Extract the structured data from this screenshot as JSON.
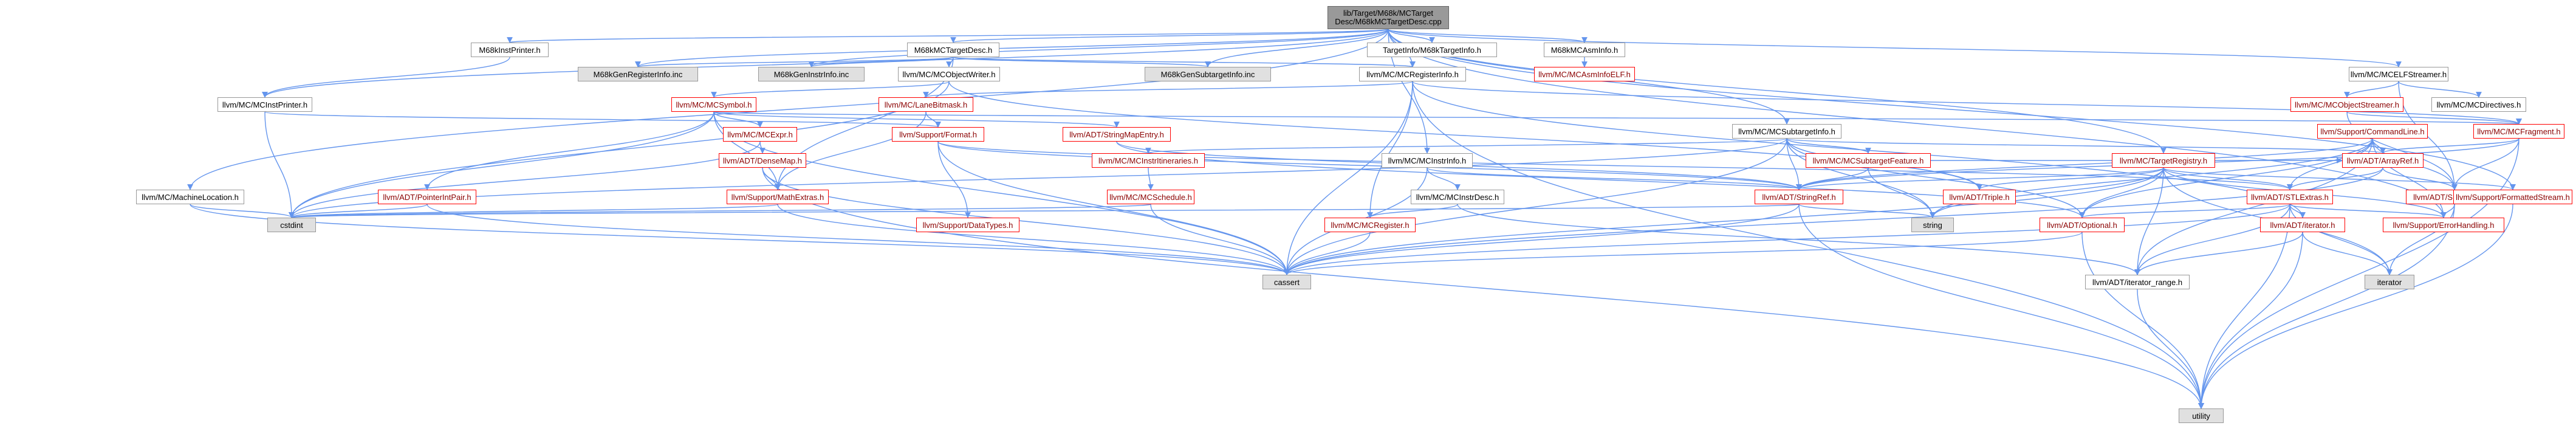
{
  "root": {
    "line1": "lib/Target/M68k/MCTarget",
    "line2": "Desc/M68kMCTargetDesc.cpp"
  },
  "colors": {
    "edge": "#6495ed",
    "edge_dark": "#4a6fb4",
    "border_red": "#ff0000",
    "text_red": "#8b0000",
    "gray_fill": "#e0e0e0",
    "root_fill": "#999999"
  },
  "nodes": {
    "m68kinstprinter": "M68kInstPrinter.h",
    "m68kmctargetdesc_h": "M68kMCTargetDesc.h",
    "targetinfo": "TargetInfo/M68kTargetInfo.h",
    "m68kmcasminfo": "M68kMCAsmInfo.h",
    "mcelfstreamer": "llvm/MC/MCELFStreamer.h",
    "genregisterinfo": "M68kGenRegisterInfo.inc",
    "geninstrinfo": "M68kGenInstrInfo.inc",
    "mcobjectwriter": "llvm/MC/MCObjectWriter.h",
    "gensubtargetinfo": "M68kGenSubtargetInfo.inc",
    "mcregisterinfo": "llvm/MC/MCRegisterInfo.h",
    "mcasminfoelf": "llvm/MC/MCAsmInfoELF.h",
    "mcobjectstreamer": "llvm/MC/MCObjectStreamer.h",
    "mcdirectives": "llvm/MC/MCDirectives.h",
    "mcinstprinter": "llvm/MC/MCInstPrinter.h",
    "mcsymbol": "llvm/MC/MCSymbol.h",
    "lanebitmask": "llvm/MC/LaneBitmask.h",
    "mcsubtargetinfo": "llvm/MC/MCSubtargetInfo.h",
    "commandline": "llvm/Support/CommandLine.h",
    "mcfragment": "llvm/MC/MCFragment.h",
    "mcexpr": "llvm/MC/MCExpr.h",
    "format": "llvm/Support/Format.h",
    "stringmapentry": "llvm/ADT/StringMapEntry.h",
    "densemap": "llvm/ADT/DenseMap.h",
    "mcinstrinfo": "llvm/MC/MCInstrInfo.h",
    "mcinstrinfoitineraries": "llvm/MC/MCInstrItineraries.h",
    "mcsubtargetfeature": "llvm/MC/MCSubtargetFeature.h",
    "targetregistry": "llvm/MC/TargetRegistry.h",
    "arrayref": "llvm/ADT/ArrayRef.h",
    "machinelocation": "llvm/MC/MachineLocation.h",
    "pointerintpair": "llvm/ADT/PointerIntPair.h",
    "mathextras": "llvm/Support/MathExtras.h",
    "mcschedule": "llvm/MC/MCSchedule.h",
    "mcinstrdesc": "llvm/MC/MCInstrDesc.h",
    "stringref": "llvm/ADT/StringRef.h",
    "triple": "llvm/ADT/Triple.h",
    "stlextras": "llvm/ADT/STLExtras.h",
    "smallvector": "llvm/ADT/SmallVector.h",
    "formattedstream": "llvm/Support/FormattedStream.h",
    "cstdint": "cstdint",
    "datatypes": "llvm/Support/DataTypes.h",
    "mcregister": "llvm/MC/MCRegister.h",
    "string": "string",
    "optional": "llvm/ADT/Optional.h",
    "iterator_adt": "llvm/ADT/iterator.h",
    "errorhandling": "llvm/Support/ErrorHandling.h",
    "cassert": "cassert",
    "iterator_range": "llvm/ADT/iterator_range.h",
    "iterator_std": "iterator",
    "utility": "utility"
  }
}
